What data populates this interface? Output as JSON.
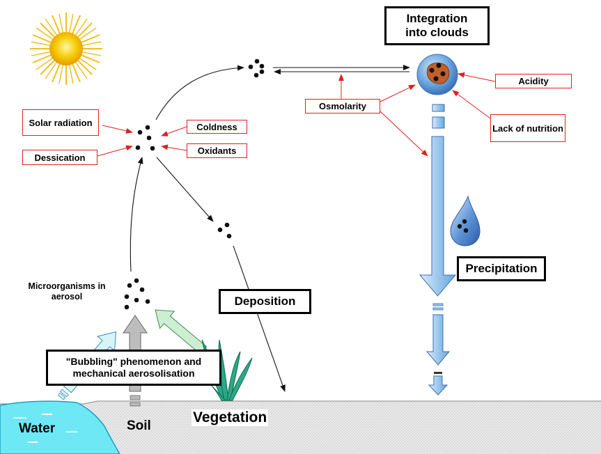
{
  "title": "Integration into clouds",
  "factors": {
    "solar_radiation": "Solar radiation",
    "dessication": "Dessication",
    "coldness": "Coldness",
    "oxidants": "Oxidants",
    "osmolarity": "Osmolarity",
    "acidity": "Acidity",
    "lack_of_nutrition": "Lack of nutrition"
  },
  "processes": {
    "precipitation": "Precipitation",
    "deposition": "Deposition",
    "bubbling": "\"Bubbling\" phenomenon and mechanical aerosolisation"
  },
  "labels": {
    "microorganisms": "Microorganisms in aerosol",
    "water": "Water",
    "soil": "Soil",
    "vegetation": "Vegetation"
  },
  "colors": {
    "factor_border": "#e02020",
    "water": "#6ee8f5",
    "cloud_arrow": "#9cc8ee",
    "ground": "#e2e2e2"
  },
  "icons": [
    "sun-icon",
    "cloud-droplet-icon",
    "raindrop-icon",
    "grass-icon"
  ]
}
